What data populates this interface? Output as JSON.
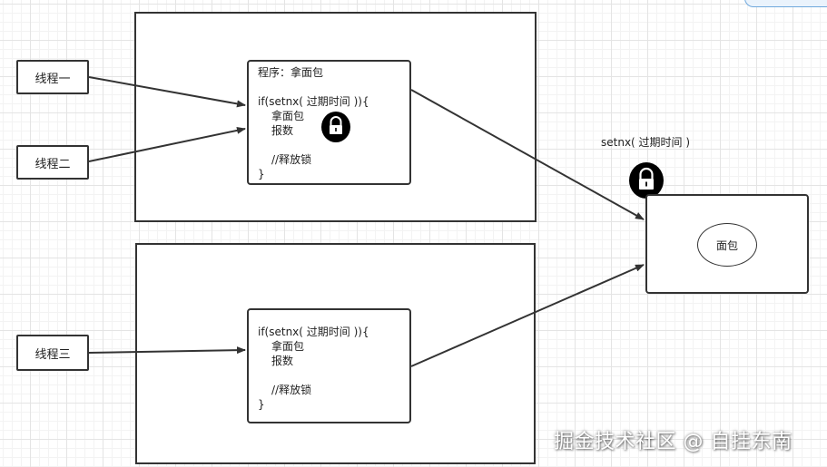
{
  "threads": [
    "线程一",
    "线程二",
    "线程三"
  ],
  "code_block_1": {
    "lines": [
      "程序：拿面包",
      "",
      "if(setnx( 过期时间 )){",
      "拿面包",
      "报数",
      "",
      "//释放锁",
      "}"
    ]
  },
  "code_block_2": {
    "lines": [
      "if(setnx( 过期时间 )){",
      "拿面包",
      "报数",
      "",
      "//释放锁",
      "}"
    ]
  },
  "lock_label": "setnx( 过期时间 )",
  "resource_label": "面包",
  "watermark": "掘金技术社区 @ 自挂东南",
  "icons": [
    "lock-icon",
    "lock-icon"
  ]
}
